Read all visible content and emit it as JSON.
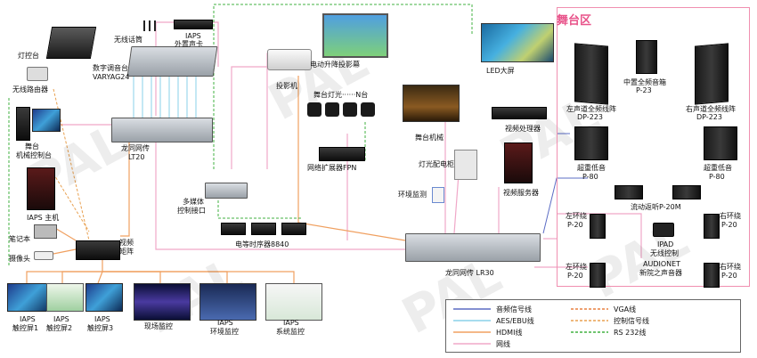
{
  "stage_area": {
    "title": "舞台区"
  },
  "watermark": "PAL",
  "devices": {
    "light_console": "灯控台",
    "wireless_router": "无线路由器",
    "stage_mech_console_line1": "舞台",
    "stage_mech_console_line2": "机械控制台",
    "iaps_host": "IAPS 主机",
    "laptop": "笔记本",
    "camera": "摄像头",
    "digital_mixer_line1": "数字调音台",
    "digital_mixer_line2": "VARYAG24",
    "wireless_mic": "无线话筒",
    "iaps_soundcard_line1": "IAPS",
    "iaps_soundcard_line2": "外置声卡",
    "longtong_lt20_line1": "龙同网传",
    "longtong_lt20_line2": "LT20",
    "video_matrix_line1": "视频",
    "video_matrix_line2": "矩阵",
    "media_control_line1": "多媒体",
    "media_control_line2": "控制接口",
    "power_sequencer": "电等时序器8840",
    "projector": "投影机",
    "lifting_screen": "电动升降投影幕",
    "stage_lights": "舞台灯光······N台",
    "network_switch": "网络扩展器FPN",
    "stage_machinery": "舞台机械",
    "light_cabinet": "灯光配电柜",
    "env_monitor": "环境监测",
    "led_screen": "LED大屏",
    "video_processor": "视频处理器",
    "video_server": "视频服务器",
    "longtong_lr30": "龙同网传 LR30",
    "left_array_line1": "左声道全频线阵",
    "left_array_line2": "DP-223",
    "center_speaker_line1": "中置全频音箱",
    "center_speaker_line2": "P-23",
    "right_array_line1": "右声道全频线阵",
    "right_array_line2": "DP-223",
    "sub_left_line1": "超重低音",
    "sub_left_line2": "P-80",
    "sub_right_line1": "超重低音",
    "sub_right_line2": "P-80",
    "flow_monitor": "流动返听P-20M",
    "left_surround_a_line1": "左环绕",
    "left_surround_a_line2": "P-20",
    "right_surround_a_line1": "右环绕",
    "right_surround_a_line2": "P-20",
    "ipad_line1": "IPAD",
    "ipad_line2": "无线控制",
    "left_surround_b_line1": "左环绕",
    "left_surround_b_line2": "P-20",
    "right_surround_b_line1": "右环绕",
    "right_surround_b_line2": "P-20",
    "audionet_line1": "AUDIONET",
    "audionet_line2": "新院之声音器",
    "touch1_line1": "IAPS",
    "touch1_line2": "触控屏1",
    "touch2_line1": "IAPS",
    "touch2_line2": "触控屏2",
    "touch3_line1": "IAPS",
    "touch3_line2": "触控屏3",
    "site_monitor": "现场监控",
    "env_monitor_screen_line1": "IAPS",
    "env_monitor_screen_line2": "环境监控",
    "sys_monitor_line1": "IAPS",
    "sys_monitor_line2": "系统监控"
  },
  "legend": [
    {
      "label": "音频信号线",
      "color": "#5b6cc4",
      "style": "solid"
    },
    {
      "label": "AES/EBU线",
      "color": "#8ad0e8",
      "style": "solid"
    },
    {
      "label": "HDMI线",
      "color": "#f0a060",
      "style": "solid"
    },
    {
      "label": "网线",
      "color": "#f0a8c8",
      "style": "solid"
    },
    {
      "label": "VGA线",
      "color": "#e88040",
      "style": "dashed"
    },
    {
      "label": "控制信号线",
      "color": "#e8a050",
      "style": "dashed"
    },
    {
      "label": "RS 232线",
      "color": "#40b040",
      "style": "dashed"
    }
  ],
  "colors": {
    "stage": "#e8538a",
    "net": "#f0a8c8",
    "audio": "#5b6cc4",
    "aes": "#8ad0e8",
    "hdmi": "#f0a060",
    "rs232": "#40b040"
  }
}
